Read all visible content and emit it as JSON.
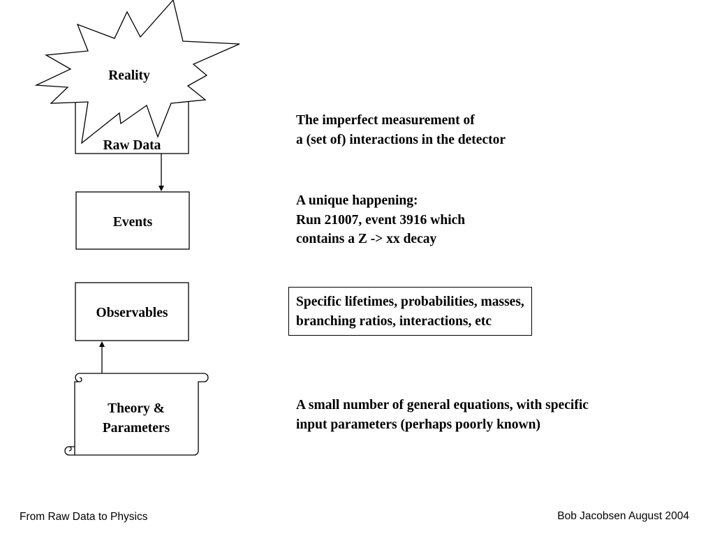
{
  "nodes": {
    "reality": "Reality",
    "raw_data": "Raw Data",
    "events": "Events",
    "observables": "Observables",
    "theory_line1": "Theory &",
    "theory_line2": "Parameters"
  },
  "descriptions": {
    "raw_data": [
      "The imperfect measurement of",
      "a (set of) interactions in the detector"
    ],
    "events": [
      "A unique happening:",
      "Run 21007, event 3916 which",
      "contains a Z -> xx decay"
    ],
    "observables": [
      "Specific lifetimes, probabilities, masses,",
      "branching ratios, interactions, etc"
    ],
    "theory": [
      "A small number of general equations, with specific",
      "input parameters (perhaps poorly known)"
    ]
  },
  "footer": {
    "left": "From Raw Data to Physics",
    "right": "Bob Jacobsen August 2004"
  }
}
